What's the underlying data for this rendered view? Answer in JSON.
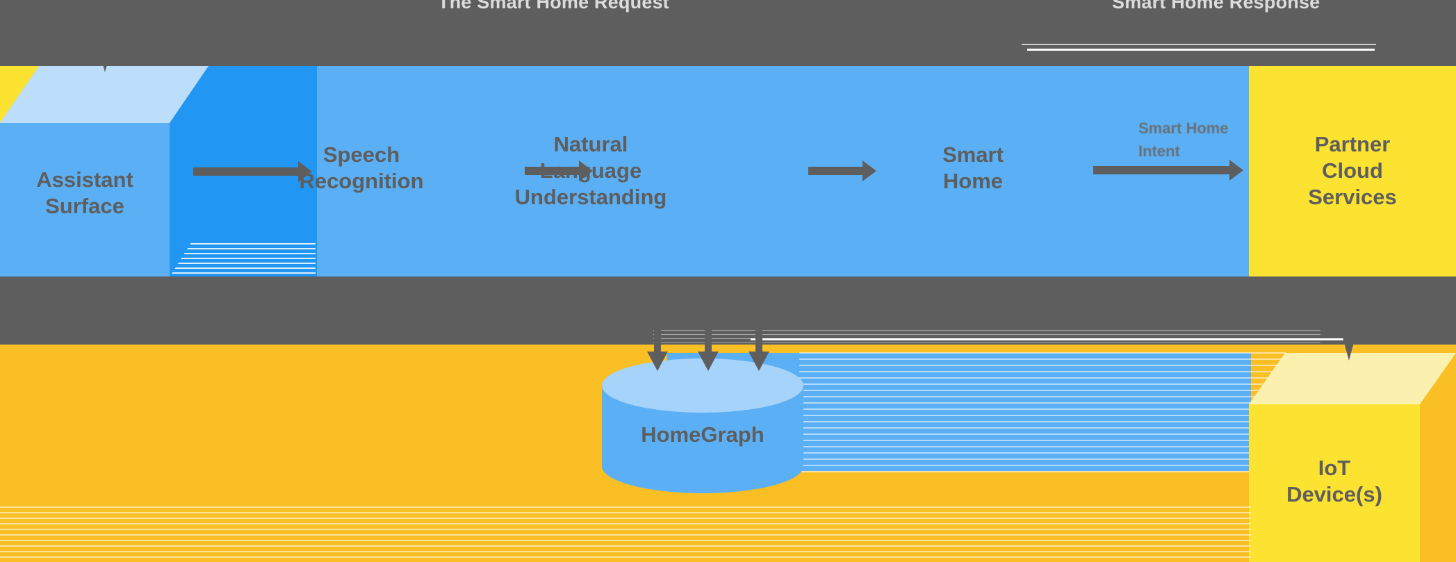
{
  "diagram": {
    "title_top_left": "The Smart Home Request",
    "title_top_right": "Smart Home Response",
    "palette": {
      "background_grey": "#5e5e5e",
      "blue_primary": "#5bb0f5",
      "blue_dark": "#2196f3",
      "blue_light": "#a5d3fa",
      "blue_pale": "#bcdefb",
      "yellow": "#fce332",
      "yellow_light": "#fcf0ae",
      "orange": "#f9bf25",
      "text_grey": "#5e5e5e"
    }
  },
  "nodes": {
    "assistant_surface": {
      "label": "Assistant\nSurface",
      "shape": "cube-3d",
      "color": "#5bb0f5"
    },
    "speech_recognition": {
      "label": "Speech\nRecognition",
      "shape": "band-stage",
      "color": "#5bb0f5"
    },
    "natural_language_understanding": {
      "label": "Natural\nLanguage\nUnderstanding",
      "shape": "band-stage",
      "color": "#5bb0f5"
    },
    "smart_home": {
      "label": "Smart\nHome",
      "shape": "band-stage",
      "color": "#5bb0f5"
    },
    "partner_cloud_services": {
      "label": "Partner\nCloud\nServices",
      "shape": "panel",
      "color": "#fce332"
    },
    "home_graph": {
      "label": "HomeGraph",
      "shape": "cylinder",
      "color": "#5bb0f5"
    },
    "iot_devices": {
      "label": "IoT\nDevice(s)",
      "shape": "cube-3d",
      "color": "#fce332"
    }
  },
  "edges": {
    "surface_to_speech": {
      "kind": "arrow-right",
      "label": ""
    },
    "speech_to_nlu": {
      "kind": "arrow-right",
      "label": ""
    },
    "nlu_to_smarthome": {
      "kind": "arrow-right",
      "label": ""
    },
    "smarthome_to_partner": {
      "kind": "arrow-right",
      "label_line1": "Smart Home",
      "label_line2": "Intent"
    },
    "into_homegraph_1": {
      "kind": "arrow-down",
      "label": ""
    },
    "into_homegraph_2": {
      "kind": "arrow-down",
      "label": ""
    },
    "into_homegraph_3": {
      "kind": "arrow-down",
      "label": ""
    },
    "into_iot": {
      "kind": "arrow-down",
      "label": ""
    },
    "into_surface": {
      "kind": "arrow-down",
      "label": ""
    }
  }
}
